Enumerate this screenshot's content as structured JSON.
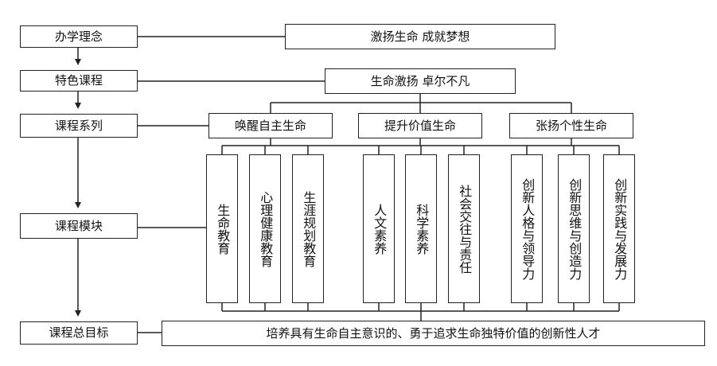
{
  "left_column": {
    "philosophy": "办学理念",
    "featured_courses": "特色课程",
    "course_series": "课程系列",
    "course_modules": "课程模块",
    "overall_goal": "课程总目标"
  },
  "philosophy_text": "激扬生命 成就梦想",
  "featured_text": "生命激扬 卓尔不凡",
  "series": [
    "唤醒自主生命",
    "提升价值生命",
    "张扬个性生命"
  ],
  "modules": [
    "生命教育",
    "心理健康教育",
    "生涯规划教育",
    "人文素养",
    "科学素养",
    "社会交往与责任",
    "创新人格与领导力",
    "创新思维与创造力",
    "创新实践与发展力"
  ],
  "goal_text": "培养具有生命自主意识的、勇于追求生命独特价值的创新性人才",
  "colors": {
    "line": "#222222",
    "background": "#ffffff"
  }
}
